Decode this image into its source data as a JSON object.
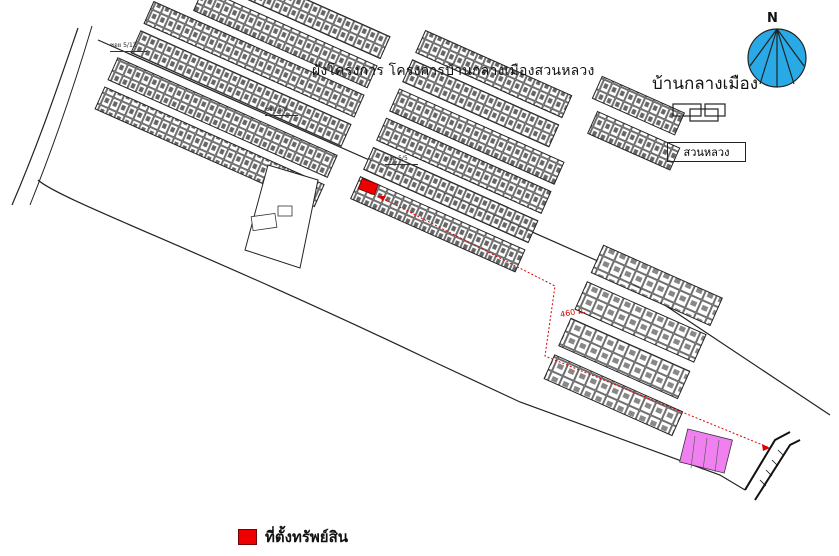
{
  "map": {
    "title": "ผังโครงการ โครงการบ้านกลางเมืองสวนหลวง",
    "brand_name": "บ้านกลางเมือง",
    "brand_sub": "สวนหลวง",
    "north_label": "N",
    "lane_labels": [
      "ซอย 5/12",
      "ซอย 5/8",
      "ซอย 5/5"
    ],
    "distance_label": "460 ม.",
    "legend_label": "ที่ตั้งทรัพย์สิน",
    "colors": {
      "property_marker": "#ee0000",
      "route_line": "#e00000",
      "highlight_plots": "#f07ff0",
      "compass_fill": "#29a9e6"
    },
    "icons": [
      "compass-icon",
      "brand-logo-icon"
    ]
  }
}
